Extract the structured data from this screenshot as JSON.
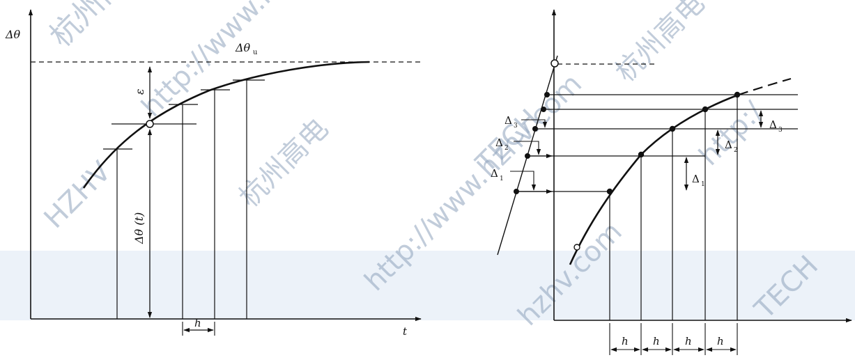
{
  "left": {
    "y_axis_label": "Δθ",
    "x_axis_label": "t",
    "asymptote_label": "Δθ",
    "asymptote_sub": "u",
    "epsilon_label": "ε",
    "delta_theta_t_label": "Δθ (t)",
    "h_label": "h"
  },
  "right": {
    "deltas": [
      {
        "main": "Δ",
        "sub": "1"
      },
      {
        "main": "Δ",
        "sub": "2"
      },
      {
        "main": "Δ",
        "sub": "3"
      }
    ],
    "h_labels": [
      "h",
      "h",
      "h",
      "h"
    ]
  },
  "watermarks": [
    "杭州高电",
    "http://www.hzhv.com",
    "HZHV",
    "TECH",
    "hzhv.com",
    "http:/"
  ],
  "colors": {
    "ink": "#111111",
    "band": "#c9dbef",
    "watermark": "#8fa3bd"
  }
}
